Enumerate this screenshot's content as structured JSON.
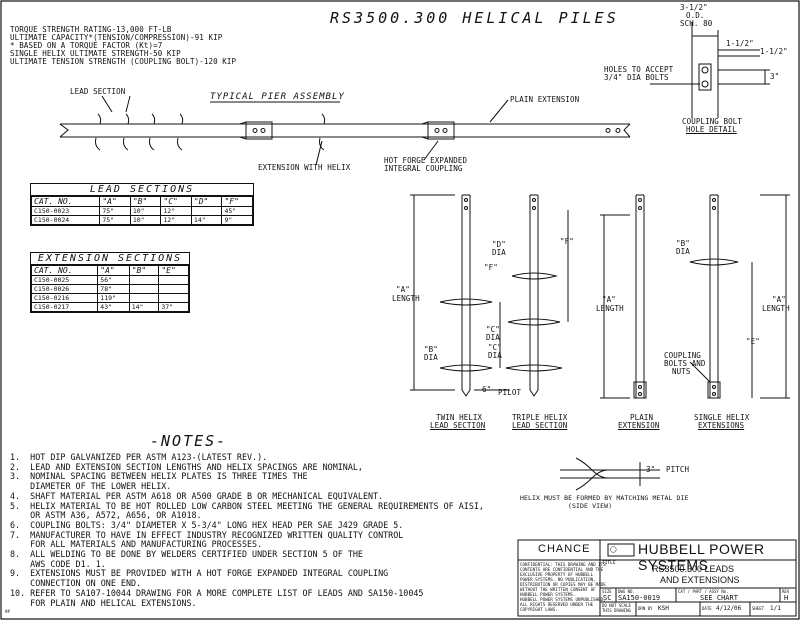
{
  "title": "RS3500.300 HELICAL PILES",
  "specs": [
    "TORQUE STRENGTH RATING-13,000 FT-LB",
    "ULTIMATE CAPACITY*(TENSION/COMPRESSION)-91 KIP",
    "* BASED ON A TORQUE FACTOR (Kt)=7",
    "SINGLE HELIX ULTIMATE STRENGTH-50 KIP",
    "ULTIMATE TENSION STRENGTH (COUPLING BOLT)-120 KIP"
  ],
  "assembly": {
    "heading": "TYPICAL PIER ASSEMBLY",
    "lead_section": "LEAD SECTION",
    "plain_extension": "PLAIN EXTENSION",
    "extension_with_helix": "EXTENSION WITH HELIX",
    "hot_forge_1": "HOT FORGE EXPANDED",
    "hot_forge_2": "INTEGRAL COUPLING"
  },
  "coupling_detail": {
    "dim_a": "3-1/2\"",
    "dim_od": "O.D.",
    "dim_sch": "SCH. 80",
    "dim_b": "1-1/2\"",
    "dim_c": "1-1/2\"",
    "holes_1": "HOLES TO ACCEPT",
    "holes_2": "3/4\" DIA BOLTS",
    "dim_d": "3\"",
    "caption_1": "COUPLING BOLT",
    "caption_2": "HOLE DETAIL"
  },
  "lead_table": {
    "title": "LEAD SECTIONS",
    "headers": [
      "CAT. NO.",
      "\"A\"",
      "\"B\"",
      "\"C\"",
      "\"D\"",
      "\"F\""
    ],
    "rows": [
      [
        "C150-0023",
        "75\"",
        "10\"",
        "12\"",
        "",
        "45\""
      ],
      [
        "C150-0024",
        "75\"",
        "10\"",
        "12\"",
        "14\"",
        "9\""
      ]
    ]
  },
  "ext_table": {
    "title": "EXTENSION SECTIONS",
    "headers": [
      "CAT. NO.",
      "\"A\"",
      "\"B\"",
      "\"E\""
    ],
    "rows": [
      [
        "C150-0025",
        "56\"",
        "",
        ""
      ],
      [
        "C150-0026",
        "78\"",
        "",
        ""
      ],
      [
        "C150-0216",
        "119\"",
        "",
        ""
      ],
      [
        "C150-0217",
        "43\"",
        "14\"",
        "37\""
      ]
    ]
  },
  "sections": {
    "twin_1": "TWIN HELIX",
    "twin_2": "LEAD SECTION",
    "triple_1": "TRIPLE HELIX",
    "triple_2": "LEAD SECTION",
    "plain_1": "PLAIN",
    "plain_2": "EXTENSION",
    "single_1": "SINGLE HELIX",
    "single_2": "EXTENSIONS",
    "a_label": "\"A\"",
    "length": "LENGTH",
    "b_label": "\"B\"",
    "c_label": "\"C\"",
    "d_label": "\"D\"",
    "e_label": "\"E\"",
    "f_label": "\"F\"",
    "dia": "DIA",
    "pilot_dim": "6\"",
    "pilot": "PILOT",
    "coupling_1": "COUPLING",
    "coupling_2": "BOLTS AND",
    "coupling_3": "NUTS"
  },
  "notes": {
    "heading": "-NOTES-",
    "items": [
      "1.  HOT DIP GALVANIZED PER ASTM A123-(LATEST REV.).",
      "2.  LEAD AND EXTENSION SECTION LENGTHS AND HELIX SPACINGS ARE NOMINAL,",
      "3.  NOMINAL SPACING BETWEEN HELIX PLATES IS THREE TIMES THE\n    DIAMETER OF THE LOWER HELIX.",
      "4.  SHAFT MATERIAL PER ASTM A618 OR A500 GRADE B OR MECHANICAL EQUIVALENT.",
      "5.  HELIX MATERIAL TO BE HOT ROLLED LOW CARBON STEEL MEETING THE GENERAL REQUIREMENTS OF AISI,\n    OR ASTM A36, A572, A656, OR A1018.",
      "6.  COUPLING BOLTS: 3/4\" DIAMETER X 5-3/4\" LONG HEX HEAD PER SAE J429 GRADE 5.",
      "7.  MANUFACTURER TO HAVE IN EFFECT INDUSTRY RECOGNIZED WRITTEN QUALITY CONTROL\n    FOR ALL MATERIALS AND MANUFACTURING PROCESSES.",
      "8.  ALL WELDING TO BE DONE BY WELDERS CERTIFIED UNDER SECTION 5 OF THE\n    AWS CODE D1. 1.",
      "9.  EXTENSIONS MUST BE PROVIDED WITH A HOT FORGE EXPANDED INTEGRAL COUPLING\n    CONNECTION ON ONE END.",
      "10. REFER TO SA107-10044 DRAWING FOR A MORE COMPLETE LIST OF LEADS AND SA150-10045\n    FOR PLAIN AND HELICAL EXTENSIONS."
    ]
  },
  "pitch": {
    "dim": "3\"",
    "label": "PITCH",
    "caption_1": "HELIX MUST BE FORMED BY MATCHING METAL DIE",
    "caption_2": "(SIDE VIEW)"
  },
  "title_block": {
    "chance": "CHANCE",
    "company": "HUBBELL POWER SYSTEMS",
    "title_label": "TITLE",
    "title_1": "RS3500.300 LEADS",
    "title_2": "AND EXTENSIONS",
    "confidential": [
      "CONFIDENTIAL: THIS DRAWING AND ITS",
      "CONTENTS ARE CONFIDENTIAL AND THE",
      "EXCLUSIVE PROPERTY OF HUBBELL",
      "POWER SYSTEMS. NO PUBLICATION,",
      "DISTRIBUTION OR COPIES MAY BE MADE",
      "WITHOUT THE WRITTEN CONSENT OF",
      "HUBBELL POWER SYSTEMS.",
      "HUBBELL POWER SYSTEMS UNPUBLISHED,",
      "ALL RIGHTS RESERVED UNDER THE",
      "COPYRIGHT LAWS."
    ],
    "size_label": "SIZE",
    "size": "SC",
    "dwg_label": "DWG NO.",
    "dwg": "SA150-0019",
    "cat_label": "CAT / PART / ASSY No.",
    "cat": "SEE CHART",
    "rev_label": "REV",
    "rev": "H",
    "noscale": "DO NOT SCALE THIS DRAWING",
    "drn_label": "DRN BY",
    "drn": "KSH",
    "date_label": "DATE",
    "date": "4/12/06",
    "sheet_label": "SHEET",
    "sheet": "1/1"
  },
  "corner_mark": "##"
}
